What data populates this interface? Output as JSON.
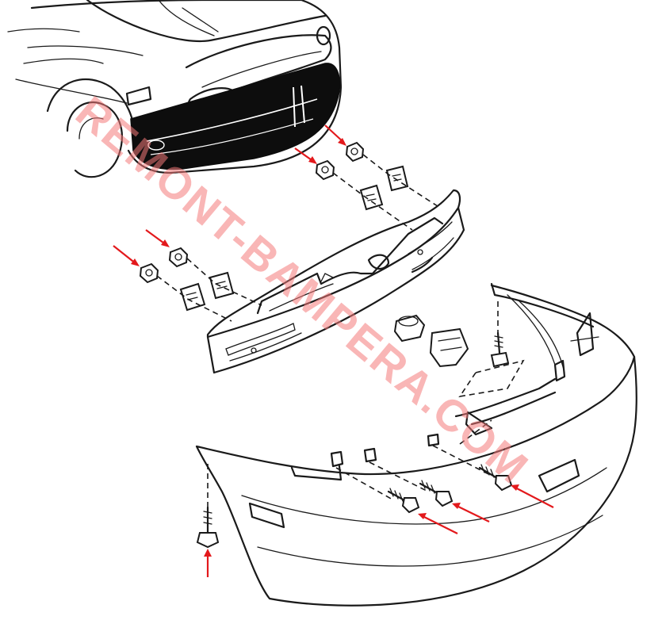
{
  "watermark": {
    "text": "REMONT-BAMPERA.COM",
    "color": "#f47a7a"
  },
  "colors": {
    "arrow": "#e3191c",
    "line": "#1a1a1a"
  },
  "arrows": [
    {
      "id": "top-nut-1"
    },
    {
      "id": "top-nut-2"
    },
    {
      "id": "side-nut-1"
    },
    {
      "id": "side-nut-2"
    },
    {
      "id": "bumper-screw-1"
    },
    {
      "id": "bumper-screw-2"
    },
    {
      "id": "bumper-screw-3"
    },
    {
      "id": "bottom-screw"
    }
  ]
}
